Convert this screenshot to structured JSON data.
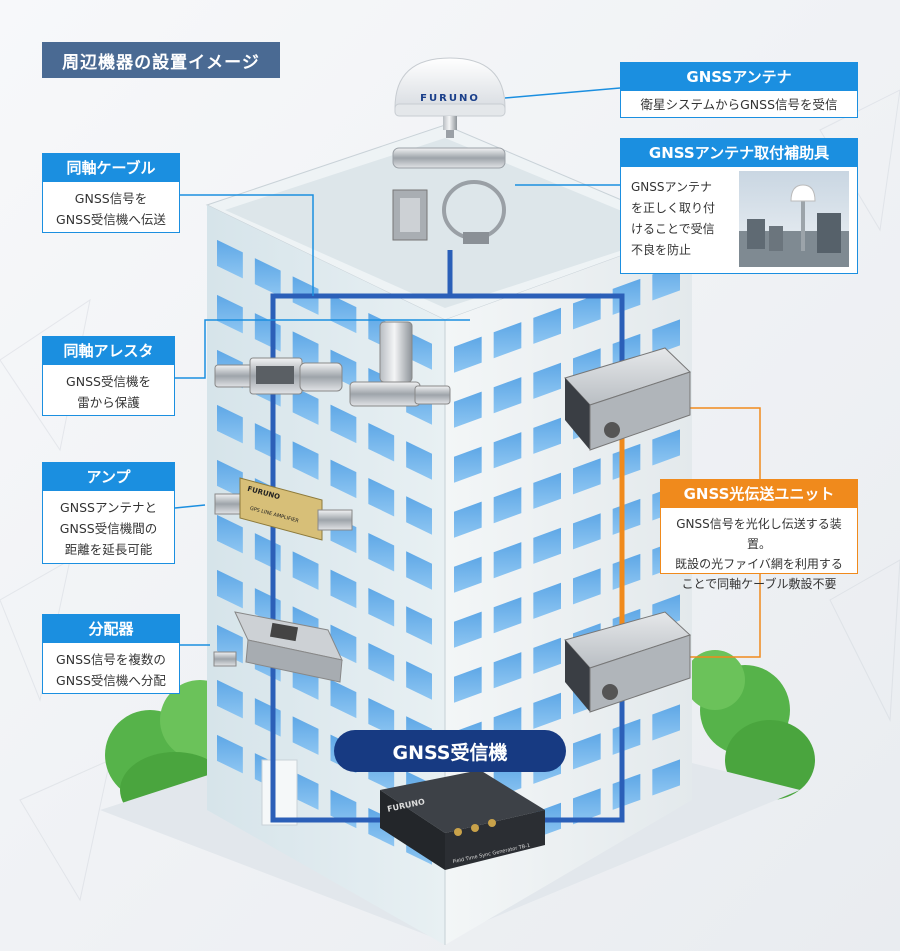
{
  "title": "周辺機器の設置イメージ",
  "antenna": {
    "brand": "FURUNO",
    "title": "GNSSアンテナ",
    "desc": "衛星システムからGNSS信号を受信"
  },
  "mount": {
    "title": "GNSSアンテナ取付補助具",
    "lines": [
      "GNSSアンテナ",
      "を正しく取り付",
      "けることで受信",
      "不良を防止"
    ]
  },
  "cable": {
    "title": "同軸ケーブル",
    "lines": [
      "GNSS信号を",
      "GNSS受信機へ伝送"
    ]
  },
  "arrester": {
    "title": "同軸アレスタ",
    "lines": [
      "GNSS受信機を",
      "雷から保護"
    ]
  },
  "amp": {
    "title": "アンプ",
    "lines": [
      "GNSSアンテナと",
      "GNSS受信機間の",
      "距離を延長可能"
    ],
    "brand": "FURUNO",
    "model_label": "GPS LINE AMPLIFIER"
  },
  "splitter": {
    "title": "分配器",
    "lines": [
      "GNSS信号を複数の",
      "GNSS受信機へ分配"
    ]
  },
  "optical": {
    "title": "GNSS光伝送ユニット",
    "lines": [
      "GNSS信号を光化し伝送する装置。",
      "既設の光ファイバ網を利用する",
      "ことで同軸ケーブル敷設不要"
    ]
  },
  "receiver": {
    "label": "GNSS受信機",
    "brand": "FURUNO",
    "model": "Field Time Sync Generator  TB-1"
  },
  "colors": {
    "accent_blue": "#1b8fe0",
    "accent_orange": "#f08a1c",
    "header_navy": "#4a6a93",
    "receiver_navy": "#173a82",
    "line_blue": "#2b5fb8"
  }
}
